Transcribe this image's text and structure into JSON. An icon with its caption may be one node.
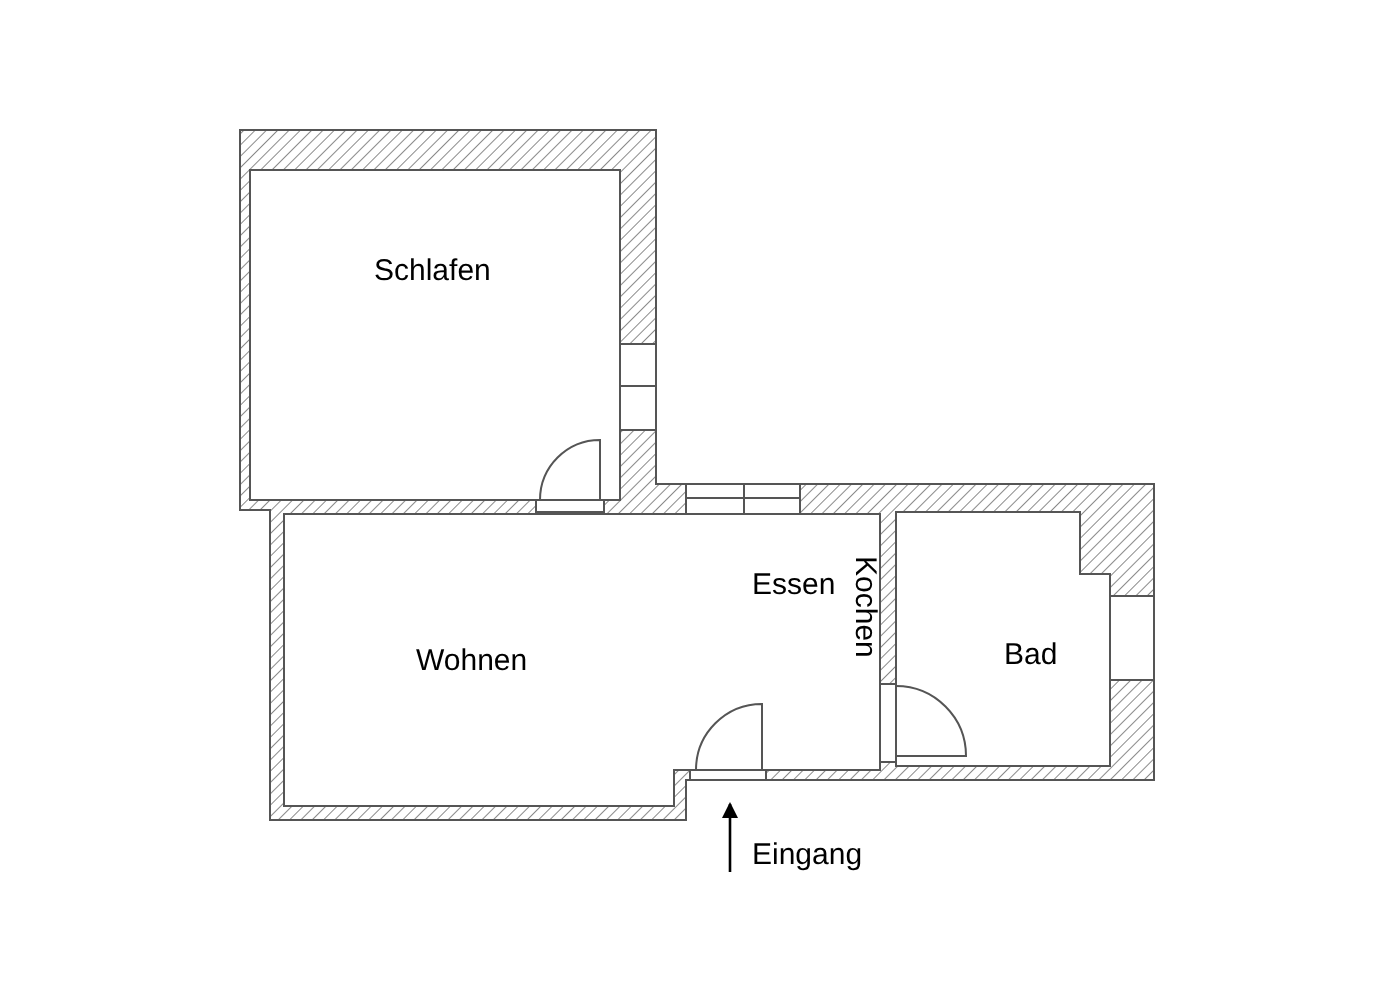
{
  "diagram": {
    "nodes": [
      {
        "text": [
          "Schlafen"
        ]
      },
      {
        "text": [
          "Wohnen",
          "Essen",
          "Kochen"
        ]
      },
      {
        "text": [
          "Bad"
        ]
      },
      {
        "text": [
          "Eingang"
        ]
      }
    ],
    "edges": [
      {
        "from": 3,
        "to": 1,
        "arrow": "to"
      }
    ]
  }
}
